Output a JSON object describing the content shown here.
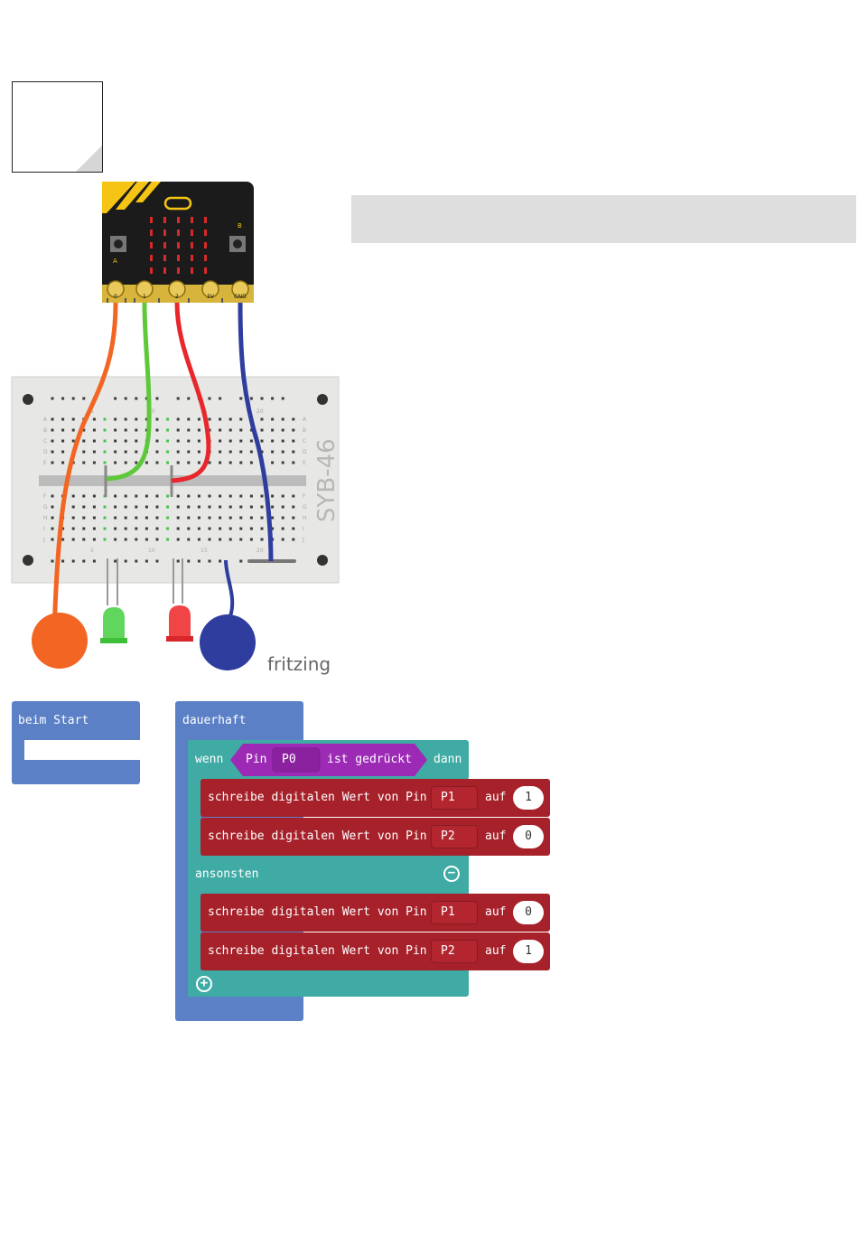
{
  "board": {
    "pin_labels": [
      "0",
      "1",
      "2",
      "3V",
      "GND"
    ],
    "button_a": "A",
    "button_b": "B"
  },
  "breadboard": {
    "model_label": "SYB-46",
    "column_numbers_top": [
      "5",
      "10",
      "15",
      "20"
    ],
    "column_numbers_bottom": [
      "5",
      "10",
      "15",
      "20"
    ],
    "rows_left": [
      "A",
      "B",
      "C",
      "D",
      "E",
      "F",
      "G",
      "H",
      "I",
      "J"
    ],
    "rows_right": [
      "A",
      "B",
      "C",
      "D",
      "E",
      "F",
      "G",
      "H",
      "I",
      "J"
    ]
  },
  "fritzing_label": "fritzing",
  "colors": {
    "wire_orange": "#f26522",
    "wire_green": "#5dc93a",
    "wire_red": "#e8262c",
    "wire_blue": "#2e3d9e",
    "block_blue": "#5b80c6",
    "block_teal": "#3faba4",
    "block_red": "#a6212a",
    "block_purple": "#9c2ab5",
    "banner_gray": "#dedede"
  },
  "blocks": {
    "on_start": {
      "label": "beim Start"
    },
    "forever": {
      "label": "dauerhaft",
      "if_label": "wenn",
      "condition": {
        "pin_text": "Pin",
        "pin_value": "P0",
        "pressed_text": "ist gedrückt"
      },
      "then_label": "dann",
      "else_label": "ansonsten",
      "then_statements": [
        {
          "text": "schreibe digitalen Wert von Pin",
          "pin": "P1",
          "auf": "auf",
          "value": "1"
        },
        {
          "text": "schreibe digitalen Wert von Pin",
          "pin": "P2",
          "auf": "auf",
          "value": "0"
        }
      ],
      "else_statements": [
        {
          "text": "schreibe digitalen Wert von Pin",
          "pin": "P1",
          "auf": "auf",
          "value": "0"
        },
        {
          "text": "schreibe digitalen Wert von Pin",
          "pin": "P2",
          "auf": "auf",
          "value": "1"
        }
      ],
      "minus_icon": "minus-circle-icon",
      "plus_icon": "plus-circle-icon"
    }
  }
}
